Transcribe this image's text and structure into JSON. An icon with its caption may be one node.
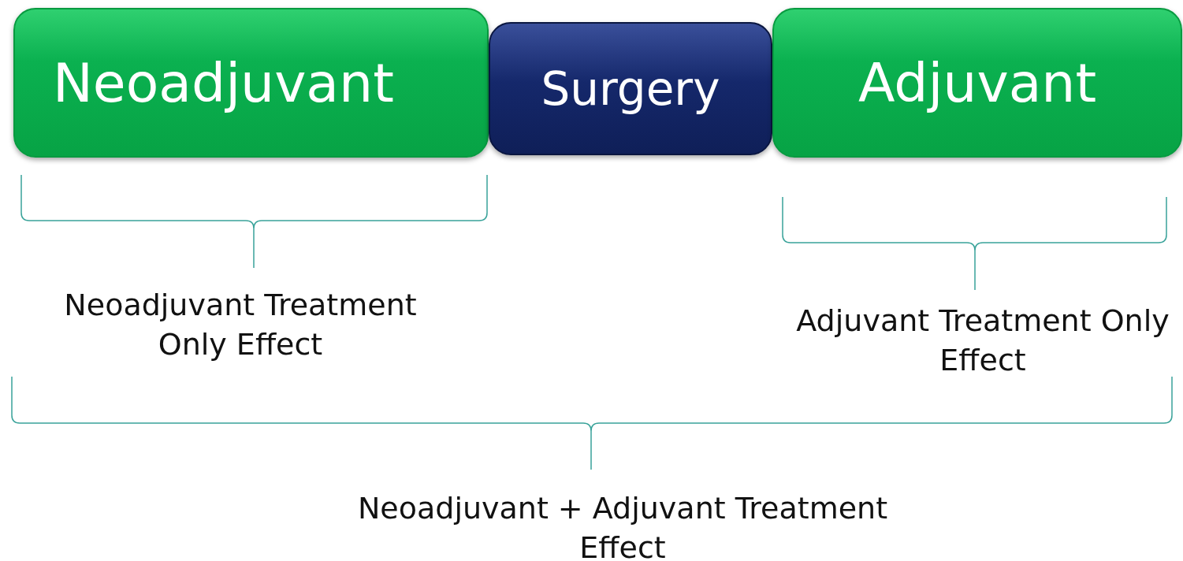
{
  "diagram": {
    "nodes": [
      {
        "text": [
          "Neoadjuvant"
        ]
      },
      {
        "text": [
          "Surgery"
        ]
      },
      {
        "text": [
          "Adjuvant"
        ]
      }
    ],
    "labels": [
      "Neoadjuvant Treatment Only Effect",
      "Adjuvant Treatment Only Effect",
      "Neoadjuvant + Adjuvant Treatment Effect"
    ]
  }
}
